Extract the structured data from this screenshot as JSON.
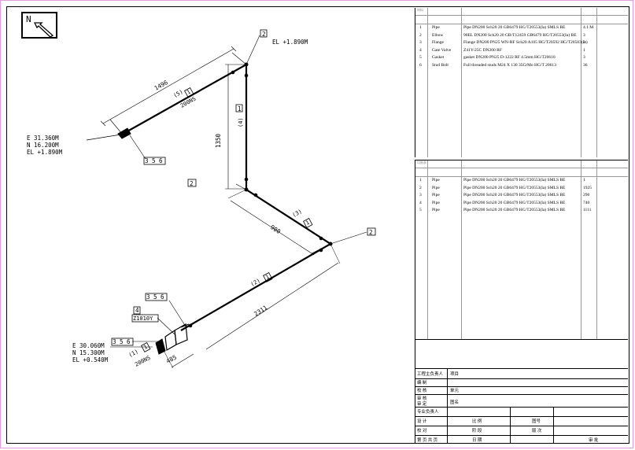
{
  "north": {
    "label": "N"
  },
  "coords_top": {
    "e": "E 31.360M",
    "n": "N 16.200M",
    "el": "EL +1.890M"
  },
  "coords_bottom": {
    "e": "E 30.060M",
    "n": "N 15.300M",
    "el": "EL +0.540M"
  },
  "el_top_right": "EL +1.890M",
  "dims": {
    "d1496": "1496",
    "d1350": "1350",
    "d900": "900",
    "d2311": "2311",
    "d485": "485"
  },
  "segments": {
    "s5": "(5)",
    "s4": "(4)",
    "s3": "(3)",
    "s2": "(2)",
    "s1": "(1)",
    "size_top": "200NS",
    "size_bottom": "200NS"
  },
  "tags": {
    "t2a": "2",
    "t2b": "2",
    "t2c": "2",
    "t1a": "1",
    "t1b": "1",
    "t1c": "1",
    "t1d": "1",
    "t1e": "1",
    "t356a": "3 5 6",
    "t356b": "3 5 6",
    "t356c": "3 5 6",
    "t4": "4",
    "t4code": "Z1010Y"
  },
  "materials": {
    "header": "材料",
    "rows": [
      {
        "no": "1",
        "name": "Pipe",
        "desc": "Pipe DN200 Sch20 20 GB6479 HG/T20553(Ia) SMLS BE",
        "qty": "4.1 M"
      },
      {
        "no": "2",
        "name": "Elbow",
        "desc": "90EL DN200 Sch20 20 GB/T12459 GB6479 HG/T20553(Ia) BE",
        "qty": "3"
      },
      {
        "no": "3",
        "name": "Flange",
        "desc": "Flange DN200 PN25 WN-RF Sch20 A105 HG/T20592 HG/T20583(Ia)",
        "qty": "2"
      },
      {
        "no": "4",
        "name": "Gate Valve",
        "desc": "Z41Y-25C DN200 RF",
        "qty": "1"
      },
      {
        "no": "5",
        "name": "Gasket",
        "desc": "gasket DN200 PN25 D-1222 RF 4.5mm HG/T20610",
        "qty": "3"
      },
      {
        "no": "6",
        "name": "Stud Bolt",
        "desc": "Full threaded studs M24 X 130 35CrMo HG/T 20613",
        "qty": "36"
      }
    ]
  },
  "cutting": {
    "header": "切割表",
    "rows": [
      {
        "no": "1",
        "name": "Pipe",
        "desc": "Pipe DN200 Sch20 20 GB6479 HG/T20553(Ia) SMLS BE",
        "qty": "1"
      },
      {
        "no": "2",
        "name": "Pipe",
        "desc": "Pipe DN200 Sch20 20 GB6479 HG/T20553(Ia) SMLS BE",
        "qty": "1925"
      },
      {
        "no": "3",
        "name": "Pipe",
        "desc": "Pipe DN200 Sch20 20 GB6479 HG/T20553(Ia) SMLS BE",
        "qty": "290"
      },
      {
        "no": "4",
        "name": "Pipe",
        "desc": "Pipe DN200 Sch20 20 GB6479 HG/T20553(Ia) SMLS BE",
        "qty": "740"
      },
      {
        "no": "5",
        "name": "Pipe",
        "desc": "Pipe DN200 Sch20 20 GB6479 HG/T20553(Ia) SMLS BE",
        "qty": "1111"
      }
    ]
  },
  "title_block": {
    "r1a": "工程主负责人",
    "r1b": "项目",
    "r2a": "编 制",
    "r3a": "校 核",
    "r3b": "单元",
    "r4a": "审 核",
    "r5a": "审 定",
    "r5b": "图名",
    "r6a": "专业负责人",
    "r7a": "设 计",
    "r7b": "比 例",
    "r7c": "图号",
    "r8a": "校 对",
    "r8b": "阶 段",
    "r8c": "版 次",
    "r9a": "第 页 共 页",
    "r9b": "日 期",
    "r9c": "审 批"
  }
}
